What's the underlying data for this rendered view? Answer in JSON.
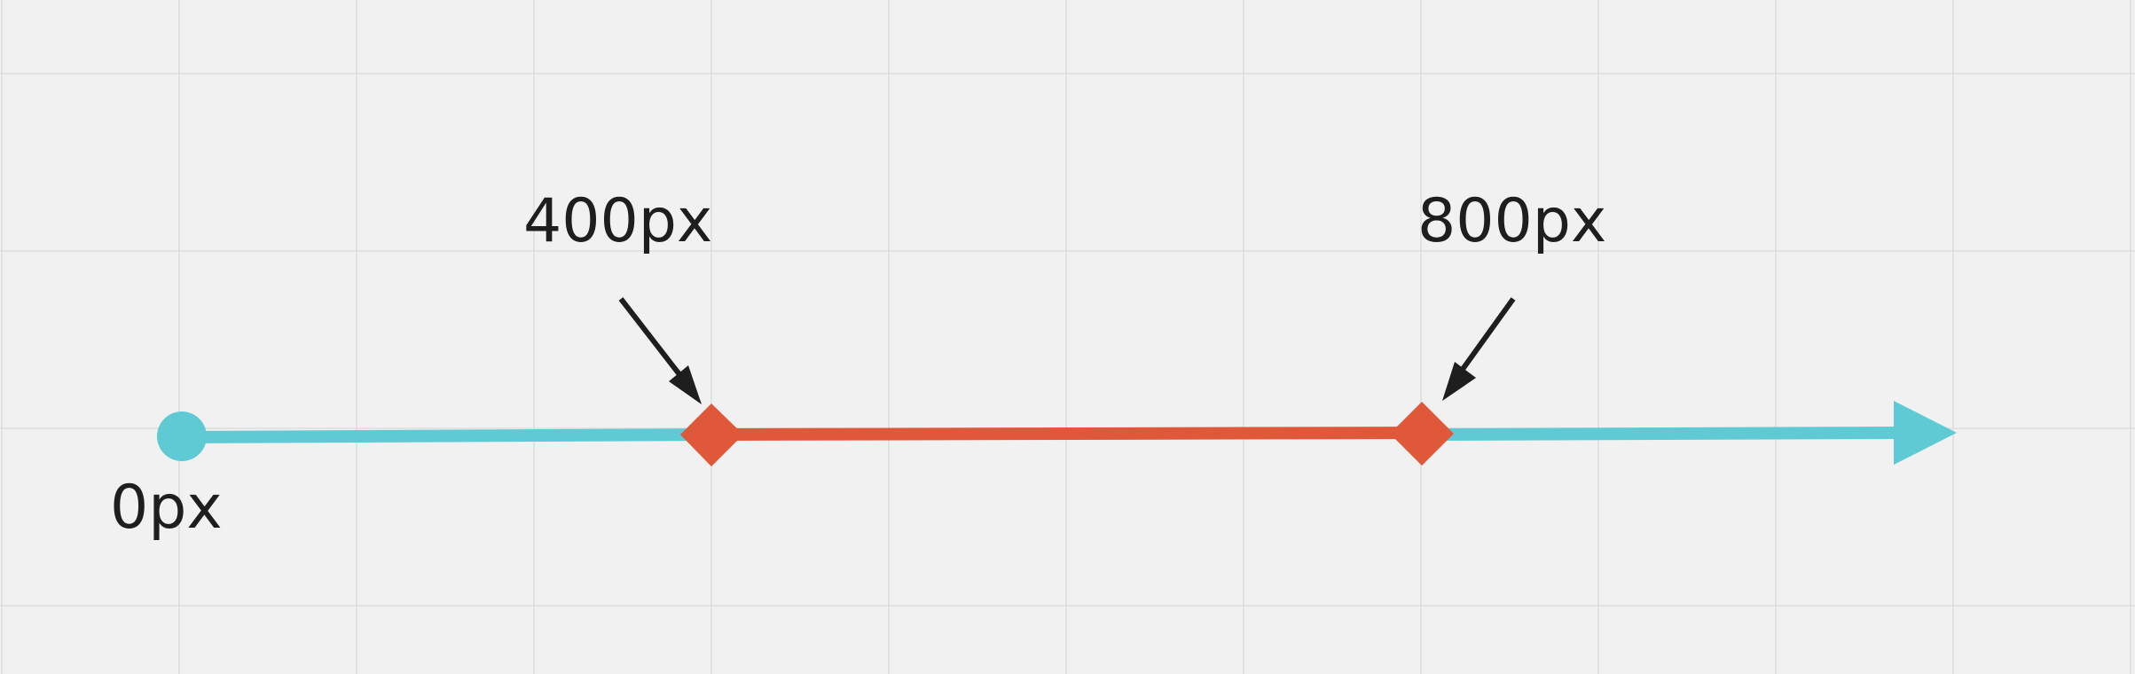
{
  "colors": {
    "background": "#f1f1f1",
    "grid": "#dddddd",
    "teal": "#5fcad4",
    "orange": "#e0583a",
    "ink": "#1e1e1e"
  },
  "labels": {
    "origin": "0px",
    "marker_400": "400px",
    "marker_800": "800px"
  },
  "icons": {
    "start_marker": "circle",
    "segment_markers": "diamond",
    "end_marker": "arrowhead",
    "pointer": "arrow"
  }
}
